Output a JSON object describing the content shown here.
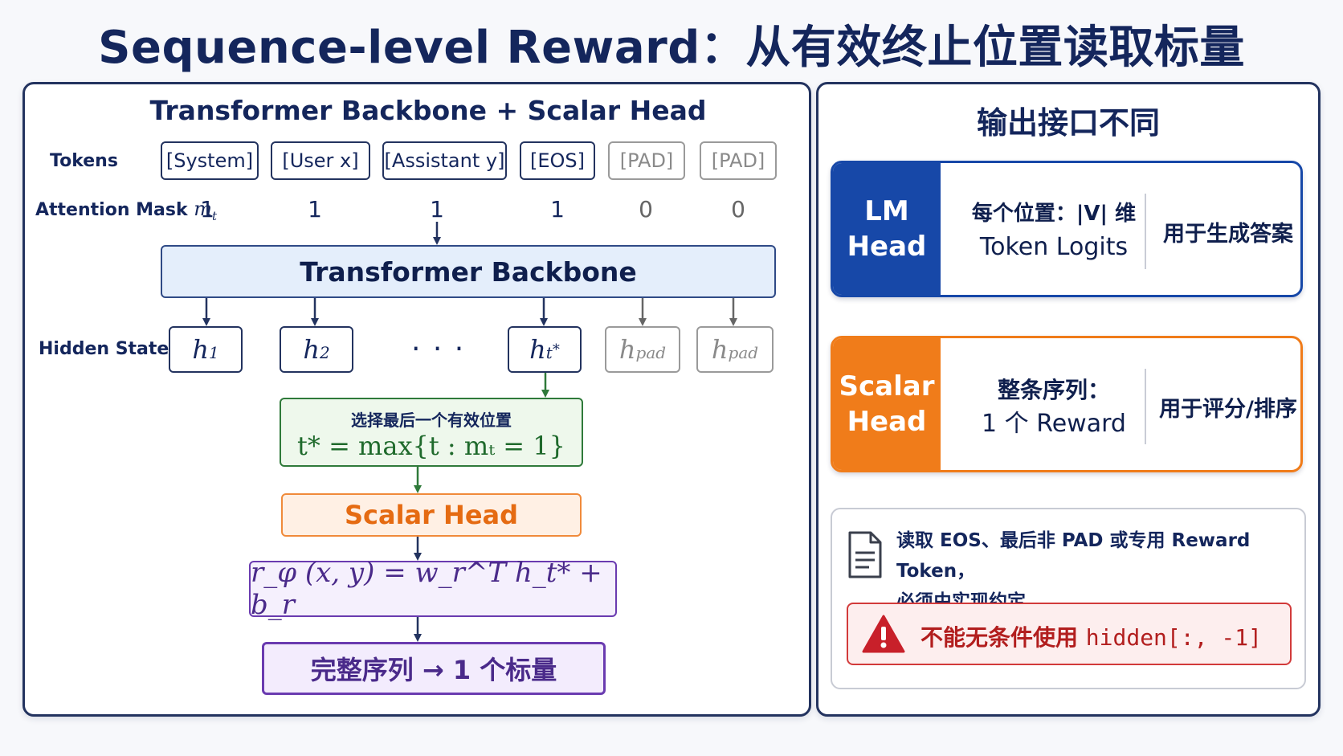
{
  "title": "Sequence-level Reward：从有效终止位置读取标量",
  "left_panel": {
    "title": "Transformer Backbone + Scalar Head",
    "tokens_label": "Tokens",
    "tokens": [
      "[System]",
      "[User x]",
      "[Assistant y]",
      "[EOS]",
      "[PAD]",
      "[PAD]"
    ],
    "mask_label": "Attention Mask",
    "mask_symbol": "m",
    "mask_subscript": "t",
    "mask_values": [
      "1",
      "1",
      "1",
      "1",
      "0",
      "0"
    ],
    "backbone_label": "Transformer Backbone",
    "hidden_label": "Hidden States",
    "hidden_states": [
      {
        "base": "h",
        "sub": "1"
      },
      {
        "base": "h",
        "sub": "2"
      },
      {
        "base": "h",
        "sub": "t",
        "sup": "*"
      },
      {
        "base": "h",
        "sub": "pad"
      },
      {
        "base": "h",
        "sub": "pad"
      }
    ],
    "ellipsis": "· · ·",
    "select_caption": "选择最后一个有效位置",
    "select_formula": "t* = max{t : mₜ = 1}",
    "scalar_head_label": "Scalar Head",
    "reward_formula": "r_φ (x, y) = w_r^T h_t* + b_r",
    "output_label": "完整序列 → 1 个标量"
  },
  "right_panel": {
    "title": "输出接口不同",
    "lm_card": {
      "tab": "LM Head",
      "tab_line1": "LM",
      "tab_line2": "Head",
      "line1": "每个位置：|V| 维",
      "line2": "Token Logits",
      "usage": "用于生成答案",
      "color": "#1748a8"
    },
    "scalar_card": {
      "tab": "Scalar Head",
      "tab_line1": "Scalar",
      "tab_line2": "Head",
      "line1": "整条序列：",
      "line2": "1 个 Reward",
      "usage": "用于评分/排序",
      "color": "#f07c1a"
    },
    "note": {
      "icon": "document-icon",
      "line1": "读取 EOS、最后非 PAD 或专用 Reward Token，",
      "line2": "必须由实现约定"
    },
    "warning": {
      "icon": "warning-icon",
      "text": "不能无条件使用",
      "code": "hidden[:, -1]",
      "color": "#d23a3a"
    }
  }
}
